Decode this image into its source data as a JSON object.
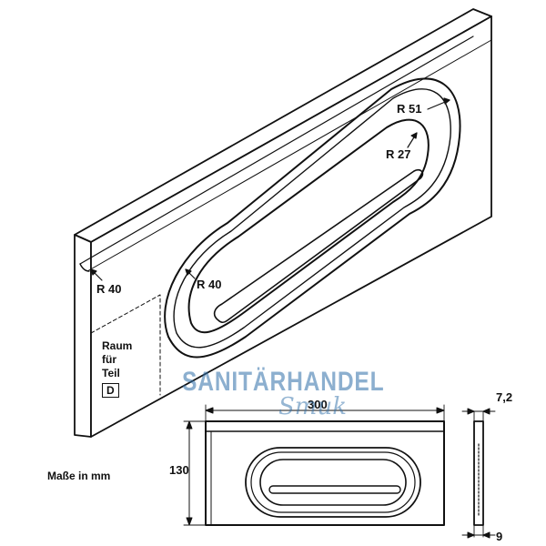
{
  "drawing": {
    "radius_labels": {
      "r51": "R 51",
      "r27": "R 27",
      "r40_slot": "R 40",
      "r40_edge": "R 40"
    },
    "raum": {
      "line1": "Raum",
      "line2": "für",
      "line3": "Teil",
      "part_letter": "D"
    },
    "dimensions": {
      "width": "300",
      "height": "130",
      "thickness_top": "7,2",
      "thickness_bottom": "9"
    },
    "units_note": "Maße in mm"
  },
  "watermark": {
    "title": "SANITÄRHANDEL",
    "subtitle": "Smuk"
  },
  "colors": {
    "line": "#111111",
    "watermark": "#2f6fa8"
  }
}
